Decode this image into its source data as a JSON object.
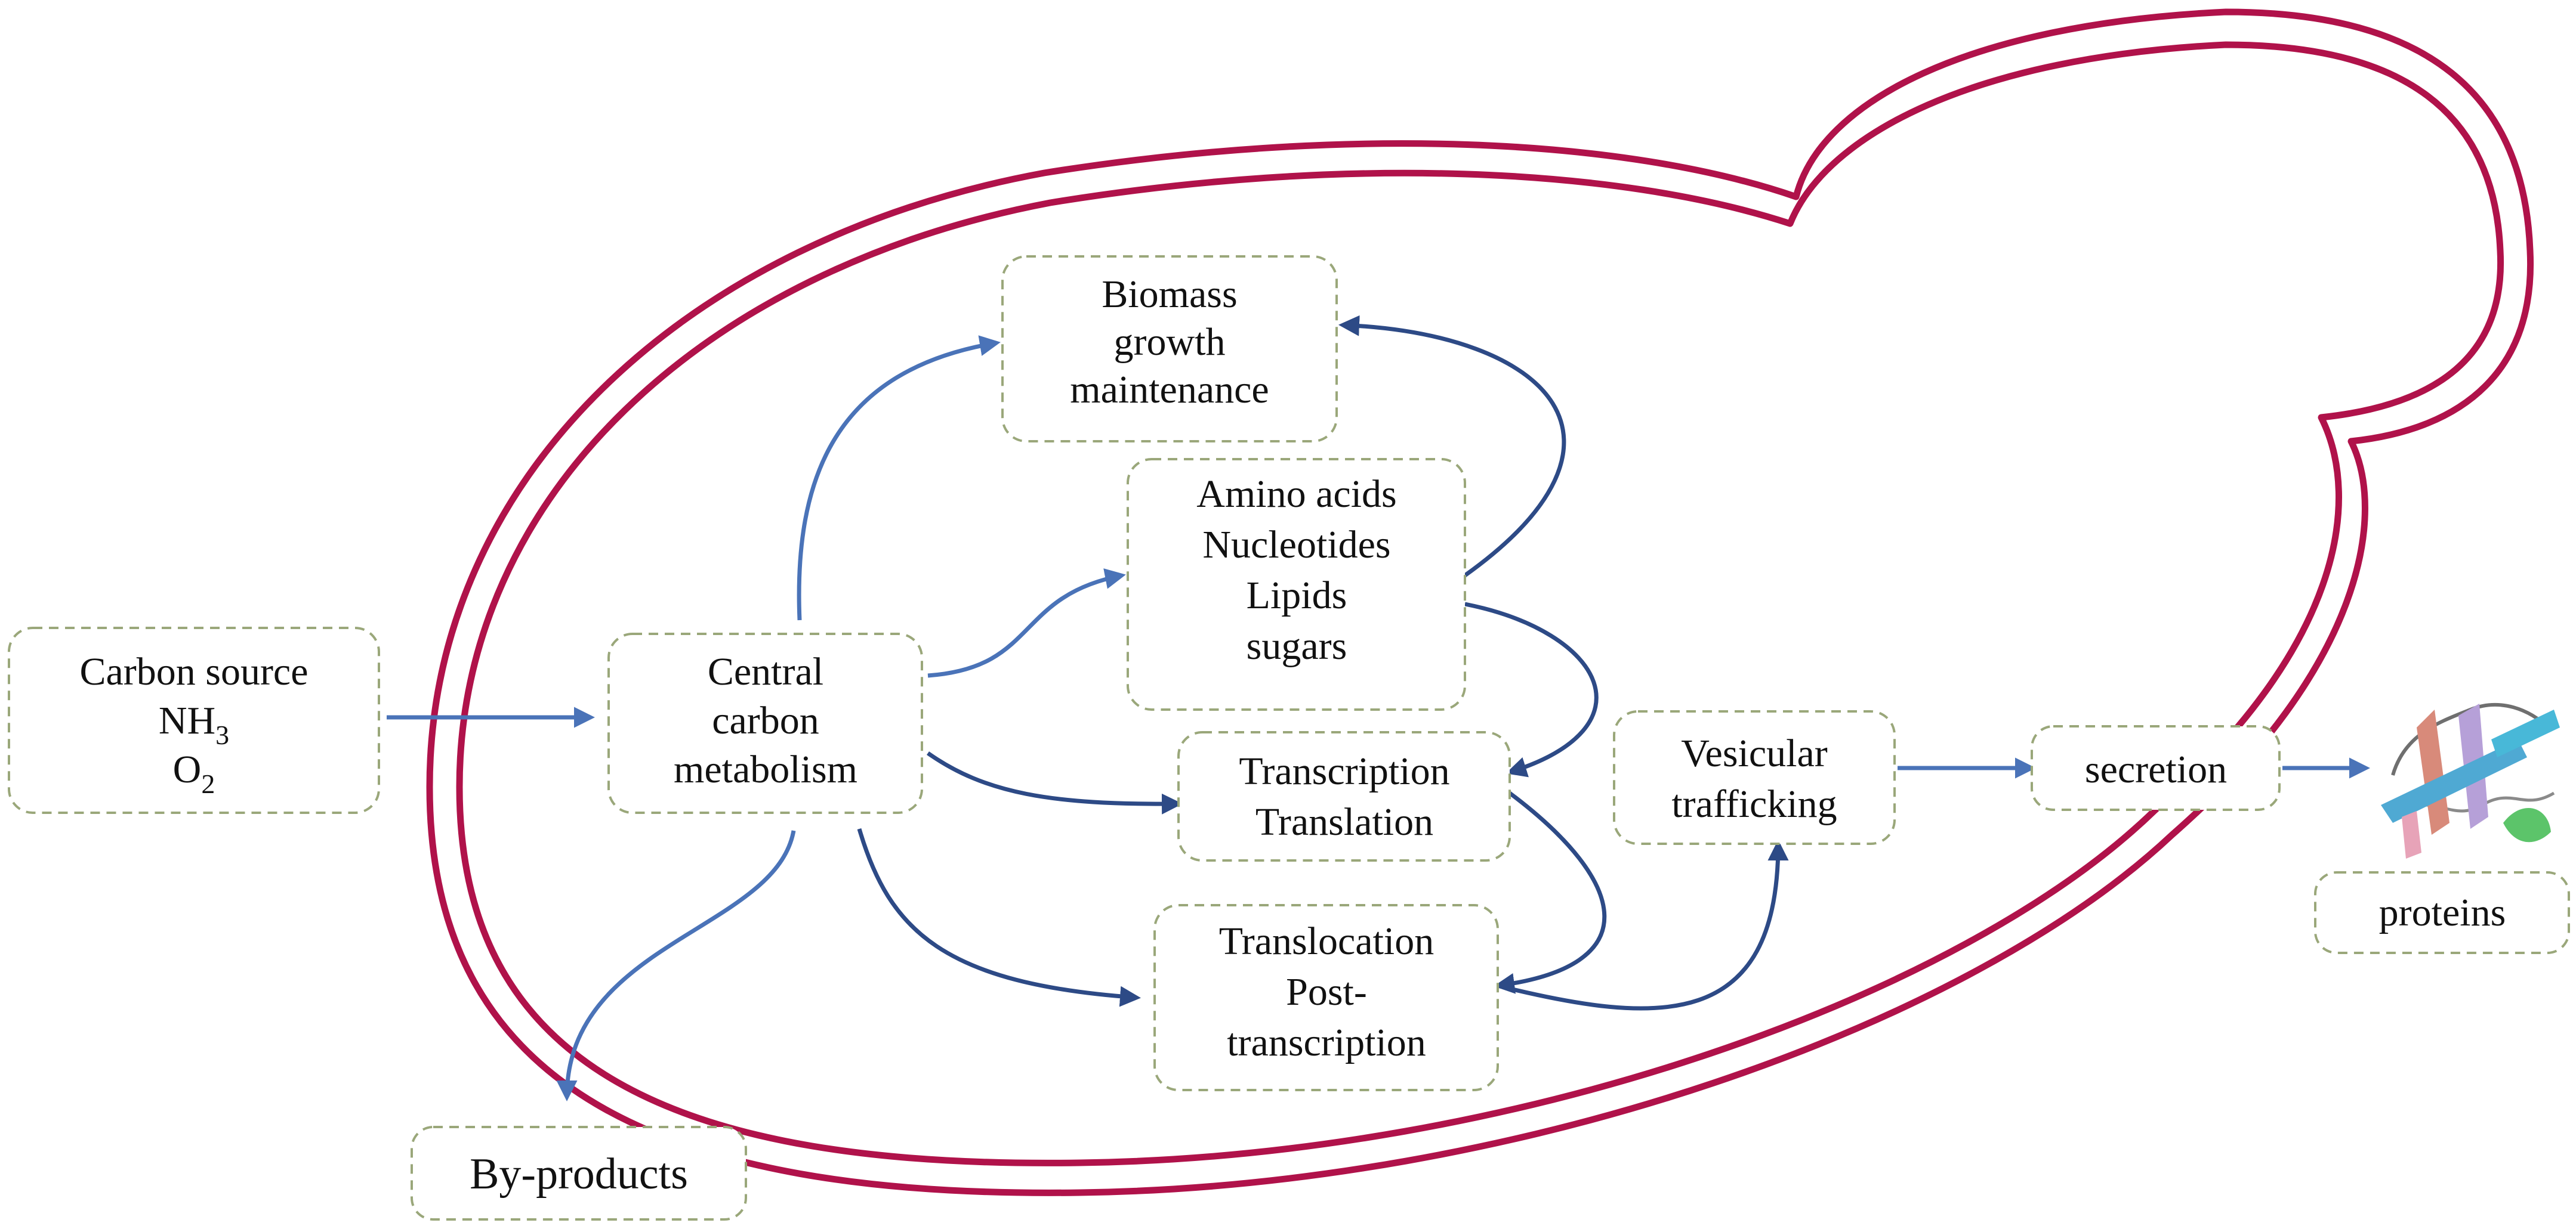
{
  "nodes": {
    "carbon_source": {
      "line1": "Carbon source",
      "line2_main": "NH",
      "line2_sub": "3",
      "line3_main": "O",
      "line3_sub": "2"
    },
    "central": {
      "lines": [
        "Central",
        "carbon",
        "metabolism"
      ]
    },
    "biomass": {
      "lines": [
        "Biomass",
        "growth",
        "maintenance"
      ]
    },
    "amino": {
      "lines": [
        "Amino acids",
        "Nucleotides",
        "Lipids",
        "sugars"
      ]
    },
    "transcription": {
      "lines": [
        "Transcription",
        "Translation"
      ]
    },
    "translocation": {
      "lines": [
        "Translocation",
        "Post-",
        "transcription"
      ]
    },
    "vesicular": {
      "lines": [
        "Vesicular",
        "trafficking"
      ]
    },
    "secretion": {
      "lines": [
        "secretion"
      ]
    },
    "proteins": {
      "lines": [
        "proteins"
      ]
    },
    "byproducts": {
      "lines": [
        "By-products"
      ]
    }
  },
  "colors": {
    "cell_wall": "#b0124a",
    "arrow_light": "#4a73b8",
    "arrow_dark": "#2d4a86",
    "box_border": "#9aa77a"
  },
  "icons": {
    "protein": "protein-structure-icon"
  }
}
